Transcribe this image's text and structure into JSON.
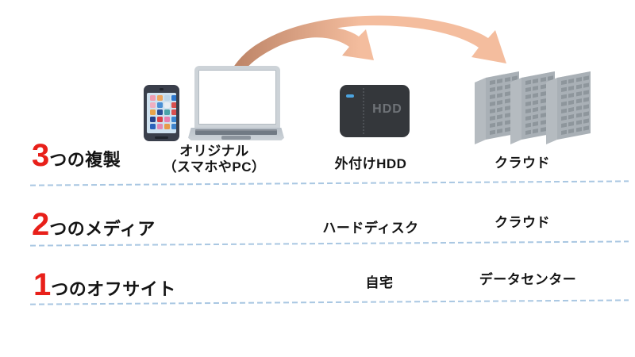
{
  "rule_rows": [
    {
      "number": "3",
      "label": "つの複製"
    },
    {
      "number": "2",
      "label": "つのメディア"
    },
    {
      "number": "1",
      "label": "つのオフサイト"
    }
  ],
  "devices": {
    "original_label_line1": "オリジナル",
    "original_label_line2": "（スマホやPC）",
    "hdd_label": "外付けHDD",
    "cloud_label": "クラウド",
    "hdd_device_text": "HDD"
  },
  "media_row": {
    "hdd_cell": "ハードディスク",
    "cloud_cell": "クラウド"
  },
  "offsite_row": {
    "hdd_cell": "自宅",
    "cloud_cell": "データセンター"
  },
  "colors": {
    "accent_red": "#e8201a",
    "text_black": "#141414",
    "dashed_line": "#a9c7e2",
    "arrow_light": "#f4bd9e",
    "arrow_dark": "#bd8467",
    "hdd_body": "#34373b",
    "hdd_text": "#6f7378",
    "hdd_led": "#4ba4e0",
    "server_front": "#a9b0b6",
    "server_top": "#ced3d7",
    "server_side": "#b5bbc0",
    "phone_body": "#3a3f4b",
    "phone_screen": "#cfe2f0",
    "laptop_frame": "#cdd3d8"
  },
  "phone_app_colors": [
    "#ef9cb2",
    "#eda55e",
    "#bcd6ea",
    "#2e77cc",
    "#f0b0c0",
    "#4a8fd4",
    "#e8edf2",
    "#d94f4f",
    "#e8a44c",
    "#2a4f96",
    "#4aa3a8",
    "#d94f4f",
    "#23418c",
    "#d9414a",
    "#e87fae",
    "#3c86d0",
    "#2a62bc",
    "#e288b4",
    "#e89a4a",
    "#3f84cc"
  ],
  "icons": {
    "smartphone": "smartphone-icon",
    "laptop": "laptop-icon",
    "external_hdd": "external-hdd-icon",
    "servers": "server-stack-icon",
    "arrow_to_hdd": "curved-arrow-to-hdd-icon",
    "arrow_to_cloud": "curved-arrow-to-cloud-icon"
  }
}
